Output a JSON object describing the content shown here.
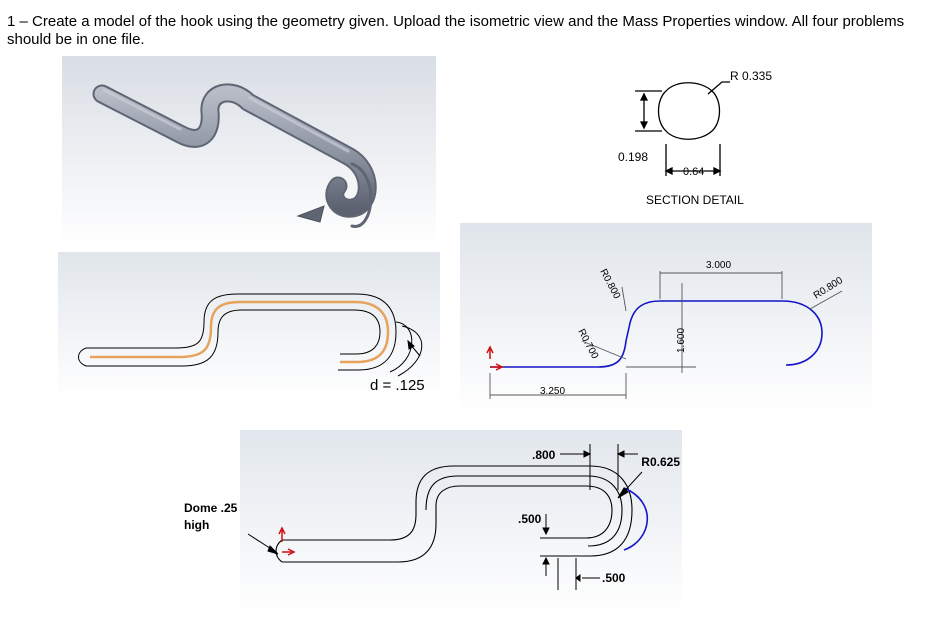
{
  "problem": {
    "text": "1 – Create a model of the hook using the geometry given. Upload the isometric view and the Mass Properties window. All four problems should be in one file."
  },
  "section": {
    "radius_label": "R 0.335",
    "height_label": "0.198",
    "width_label": "0.64",
    "title": "SECTION DETAIL"
  },
  "wire_view": {
    "diameter_label": "d = .125"
  },
  "sketch": {
    "dim_3000": "3.000",
    "dim_r800_top": "R0.800",
    "dim_r800_right": "R0.800",
    "dim_r700": "R0.700",
    "dim_1600": "1.600",
    "dim_3250": "3.250"
  },
  "bottom_view": {
    "dim_800": ".800",
    "dim_r625": "R0.625",
    "dim_500_v": ".500",
    "dim_500_h": ".500",
    "dome_line1": "Dome .25",
    "dome_line2": "high"
  },
  "colors": {
    "sketch_blue": "#1515c8",
    "highlight_orange": "#e7a35c",
    "model_grey": "#8f96a4"
  }
}
